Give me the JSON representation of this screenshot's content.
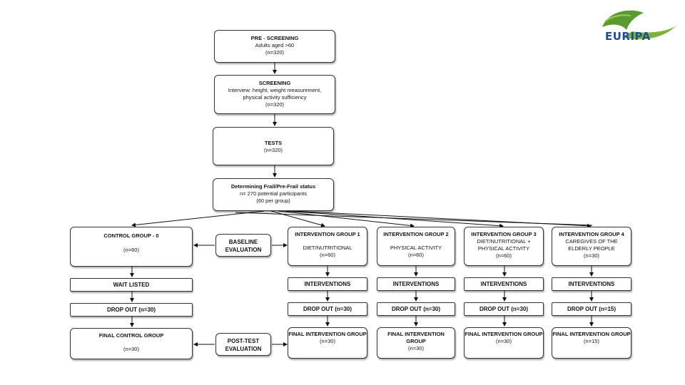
{
  "logo": {
    "text": "EURIPA"
  },
  "flow": {
    "pre_screening": {
      "title": "PRE - SCREENING",
      "line1": "Adults aged >60",
      "line2": "(n=320)"
    },
    "screening": {
      "title": "SCREENING",
      "line1": "Interview: height, weight measurement,",
      "line2": "physical activity sufficiency",
      "line3": "(n=320)"
    },
    "tests": {
      "title": "TESTS",
      "line1": "(n=320)"
    },
    "frail": {
      "title": "Determining Frail/Pre-Frail status",
      "line1": "n= 270 potential participants",
      "line2": "(60 per group)"
    }
  },
  "baseline": "BASELINE EVALUATION",
  "posttest": "POST-TEST EVALUATION",
  "control": {
    "title": "CONTROL GROUP - 0",
    "n": "(n=60)",
    "step": "WAIT LISTED",
    "dropout": "DROP OUT (n=30)",
    "final_title": "FINAL CONTROL GROUP",
    "final_n": "(n=30)"
  },
  "groups": [
    {
      "title": "INTERVENTION GROUP 1",
      "desc": "DIET/NUTRITIONAL",
      "desc2": "",
      "n": "(n=60)",
      "step": "INTERVENTIONS",
      "dropout": "DROP OUT (n=30)",
      "final_title": "FINAL INTERVENTION GROUP",
      "final_n": "(n=30)"
    },
    {
      "title": "INTERVENTION GROUP 2",
      "desc": "PHYSICAL ACTIVITY",
      "desc2": "",
      "n": "(n=60)",
      "step": "INTERVENTIONS",
      "dropout": "DROP OUT (n=30)",
      "final_title": "FINAL INTERVENTION GROUP",
      "final_n": "(n=30)"
    },
    {
      "title": "INTERVENTION GROUP 3",
      "desc": "DIET/NUTRITIONAL +",
      "desc2": "PHYSICAL ACTIVITY",
      "n": "(n=60)",
      "step": "INTERVENTIONS",
      "dropout": "DROP OUT (n=30)",
      "final_title": "FINAL INTERVENTION GROUP",
      "final_n": "(n=30)"
    },
    {
      "title": "INTERVENTION GROUP 4",
      "desc": "CAREGIVES OF THE",
      "desc2": "ELDERLY PEOPLE",
      "n": "(n=30)",
      "step": "INTERVENTIONS",
      "dropout": "DROP OUT (n=15)",
      "final_title": "FINAL INTERVENTION GROUP",
      "final_n": "(n=15)"
    }
  ]
}
